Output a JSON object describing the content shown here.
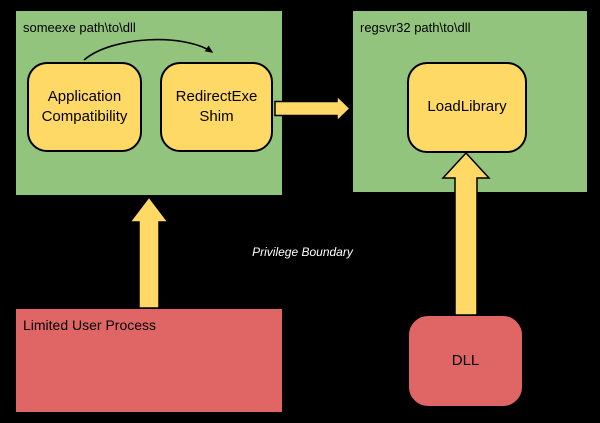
{
  "colors": {
    "green": "#93c47d",
    "yellow": "#ffd966",
    "red": "#e06666",
    "border": "#000000",
    "label": "#000000",
    "boundary": "#ffffff",
    "bg": "#000000"
  },
  "containers": {
    "someexe": {
      "label": "someexe path\\to\\dll"
    },
    "regsvr32": {
      "label": "regsvr32 path\\to\\dll"
    }
  },
  "nodes": {
    "app_compat": {
      "label": "Application Compatibility"
    },
    "redirect_shim": {
      "label": "RedirectExe Shim"
    },
    "load_library": {
      "label": "LoadLibrary"
    },
    "limited_user": {
      "label": "Limited User Process"
    },
    "dll": {
      "label": "DLL"
    }
  },
  "annotations": {
    "privilege_boundary": "Privilege Boundary"
  },
  "arrows": [
    {
      "name": "shim-redirect-curve",
      "from": "app_compat",
      "to": "redirect_shim",
      "style": "curved-thin-black"
    },
    {
      "name": "shim-to-regsvr32",
      "from": "redirect_shim",
      "to": "regsvr32",
      "style": "block-yellow"
    },
    {
      "name": "limited-user-to-someexe",
      "from": "limited_user",
      "to": "someexe",
      "style": "block-yellow"
    },
    {
      "name": "dll-to-loadlibrary",
      "from": "dll",
      "to": "load_library",
      "style": "block-yellow"
    }
  ]
}
